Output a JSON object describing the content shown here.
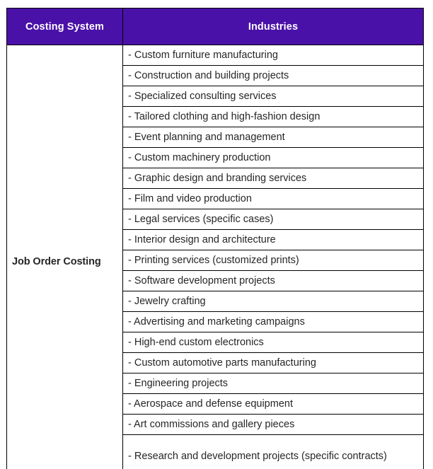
{
  "table": {
    "accent_color": "#4A11A8",
    "header_text_color": "#FFFFFF",
    "body_text_color": "#262626",
    "border_color": "#000000",
    "columns": [
      {
        "key": "costing_system",
        "label": "Costing System"
      },
      {
        "key": "industries",
        "label": "Industries"
      }
    ],
    "costing_system": "Job Order Costing",
    "industries": [
      "- Custom furniture manufacturing",
      "- Construction and building projects",
      "- Specialized consulting services",
      "- Tailored clothing and high-fashion design",
      "- Event planning and management",
      "- Custom machinery production",
      "- Graphic design and branding services",
      "- Film and video production",
      "- Legal services (specific cases)",
      "- Interior design and architecture",
      "- Printing services (customized prints)",
      "- Software development projects",
      "- Jewelry crafting",
      "- Advertising and marketing campaigns",
      "- High-end custom electronics",
      "- Custom automotive parts manufacturing",
      "- Engineering projects",
      "- Aerospace and defense equipment",
      "- Art commissions and gallery pieces",
      "- Research and development projects (specific contracts)"
    ]
  }
}
